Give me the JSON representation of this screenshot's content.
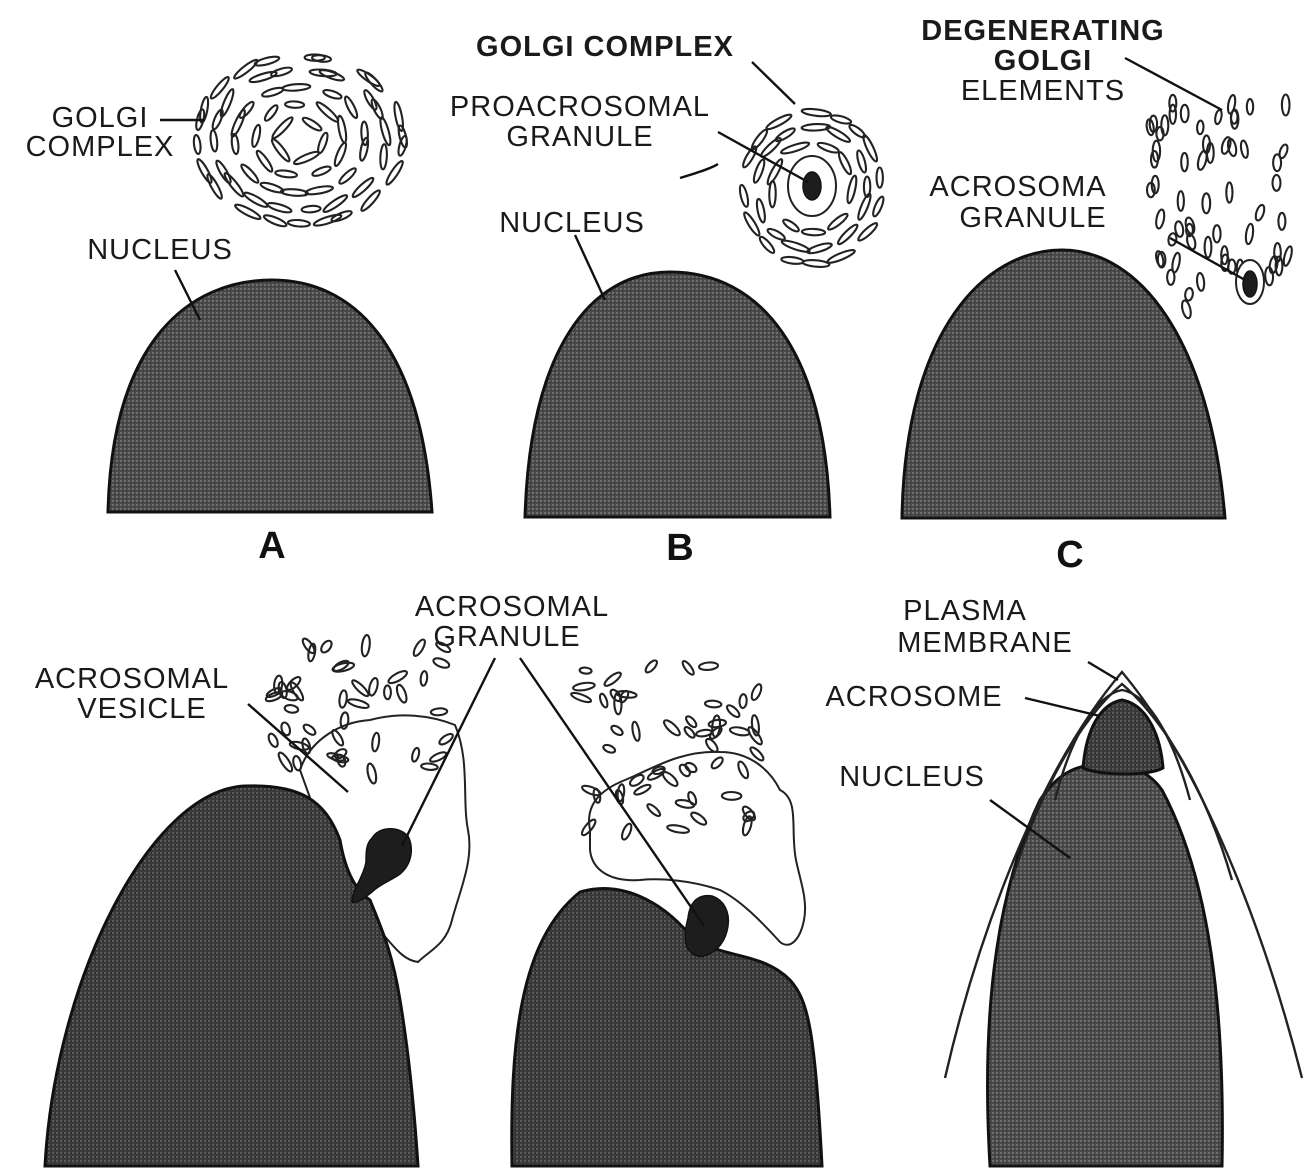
{
  "labels": {
    "a_golgi_line1": "GOLGI",
    "a_golgi_line2": "COMPLEX",
    "a_nucleus": "NUCLEUS",
    "b_golgi": "GOLGI COMPLEX",
    "b_proacro_line1": "PROACROSOMAL",
    "b_proacro_line2": "GRANULE",
    "b_nucleus": "NUCLEUS",
    "c_degen_line1": "DEGENERATING",
    "c_degen_line2": "GOLGI",
    "c_degen_line3": "ELEMENTS",
    "c_acro_line1": "ACROSOMA",
    "c_acro_line2": "GRANULE",
    "d_vesicle_line1": "ACROSOMAL",
    "d_vesicle_line2": "VESICLE",
    "d_granule_line1": "ACROSOMAL",
    "d_granule_line2": "GRANULE",
    "f_plasma_line1": "PLASMA",
    "f_plasma_line2": "MEMBRANE",
    "f_acrosome": "ACROSOME",
    "f_nucleus": "NUCLEUS"
  },
  "panels": {
    "a": "A",
    "b": "B",
    "c": "C"
  }
}
